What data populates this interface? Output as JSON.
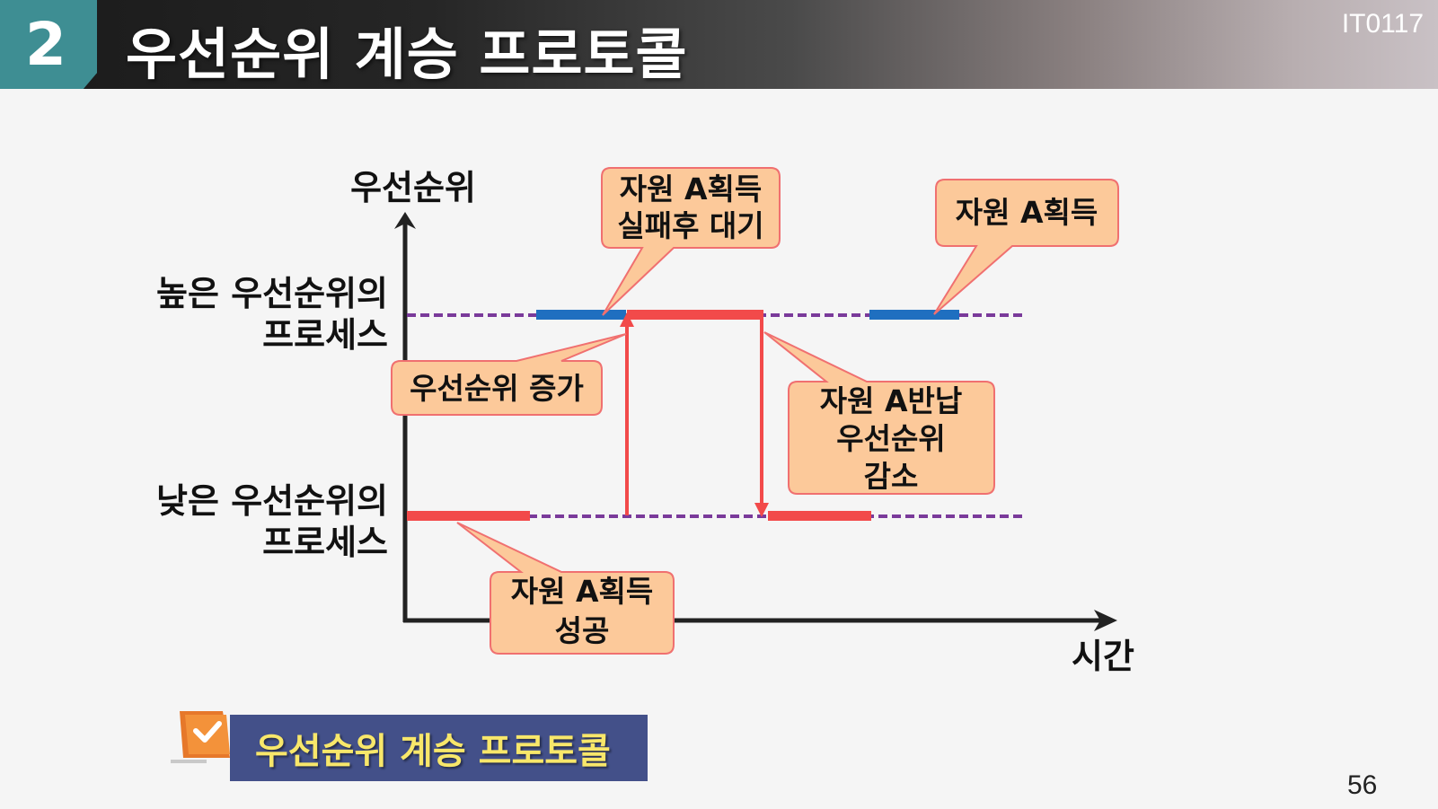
{
  "header": {
    "number": "2",
    "title": "우선순위 계승 프로토콜",
    "code": "IT0117"
  },
  "diagram": {
    "y_axis_label": "우선순위",
    "x_axis_label": "시간",
    "high_label": [
      "높은 우선순위의",
      "프로세스"
    ],
    "low_label": [
      "낮은 우선순위의",
      "프로세스"
    ],
    "callouts": {
      "wait": [
        "자원 A획득",
        "실패후 대기"
      ],
      "acquire_high": [
        "자원 A획득"
      ],
      "raise": [
        "우선순위 증가"
      ],
      "release": [
        "자원 A반납",
        "우선순위",
        "감소"
      ],
      "acquire_low": [
        "자원 A획득",
        "성공"
      ]
    },
    "colors": {
      "high_process": "#1f6fc0",
      "low_process": "#f24a4a",
      "dashed": "#7a3a9a",
      "callout_fill": "#fcc99a",
      "callout_stroke": "#f07070",
      "axis": "#222222"
    }
  },
  "footer": {
    "label": "우선순위 계승 프로토콜",
    "icon": "checkmark-icon"
  },
  "page_number": "56"
}
